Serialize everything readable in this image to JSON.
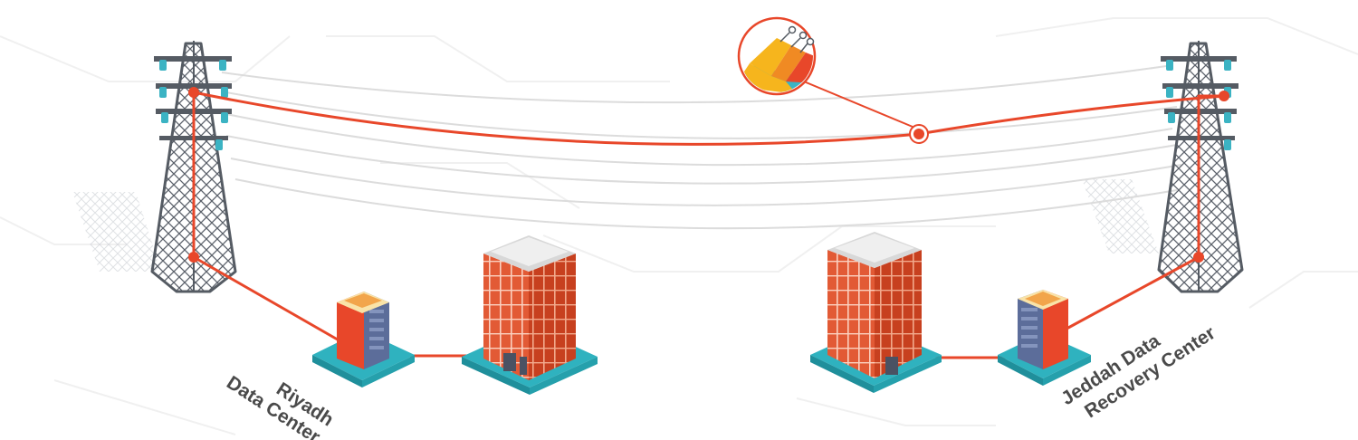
{
  "sites": {
    "riyadh": {
      "line1": "Riyadh",
      "line2": "Data Center"
    },
    "jeddah": {
      "line1": "Jeddah Data",
      "line2": "Recovery Center"
    }
  },
  "colors": {
    "fiber_route": "#e8472a",
    "building_orange": "#e25a35",
    "building_dark": "#c7401f",
    "building_base": "#2fb2bf",
    "server_blue": "#5c6d9a",
    "tower_steel": "#555b63",
    "power_line": "#dcdcdc",
    "cable_yellow": "#f6b51d",
    "cable_orange": "#f08a23",
    "cable_teal": "#3bb3c3"
  },
  "icons": [
    "transmission-tower-icon",
    "office-building-icon",
    "server-rack-building-icon",
    "fiber-cable-cross-section-icon"
  ]
}
